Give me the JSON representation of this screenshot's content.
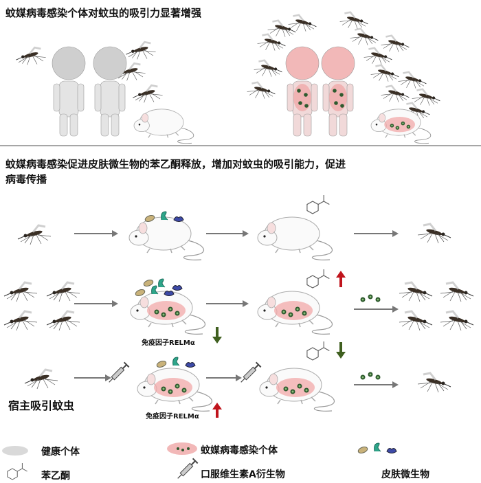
{
  "section_top": {
    "title": "蚊媒病毒感染个体对蚊虫的吸引力显著增强"
  },
  "section_bottom": {
    "title_line1": "蚊媒病毒感染促进皮肤微生物的苯乙酮释放，增加对蚊虫的吸引能力，促进",
    "title_line2": "病毒传播",
    "immune_factor_label_1": "免疫因子RELMα",
    "immune_factor_label_2": "免疫因子RELMα",
    "host_attract_label": "宿主吸引蚊虫"
  },
  "legend": {
    "healthy": "健康个体",
    "infected": "蚊媒病毒感染个体",
    "acetophenone": "苯乙酮",
    "vitamin_a": "口服维生素A衍生物",
    "skin_microbes": "皮肤微生物"
  },
  "colors": {
    "healthy": "#d9d9d9",
    "infected": "#f2b8b8",
    "up": "#c0141c",
    "down": "#3f5f1f",
    "virus": "#2e5a2e"
  }
}
